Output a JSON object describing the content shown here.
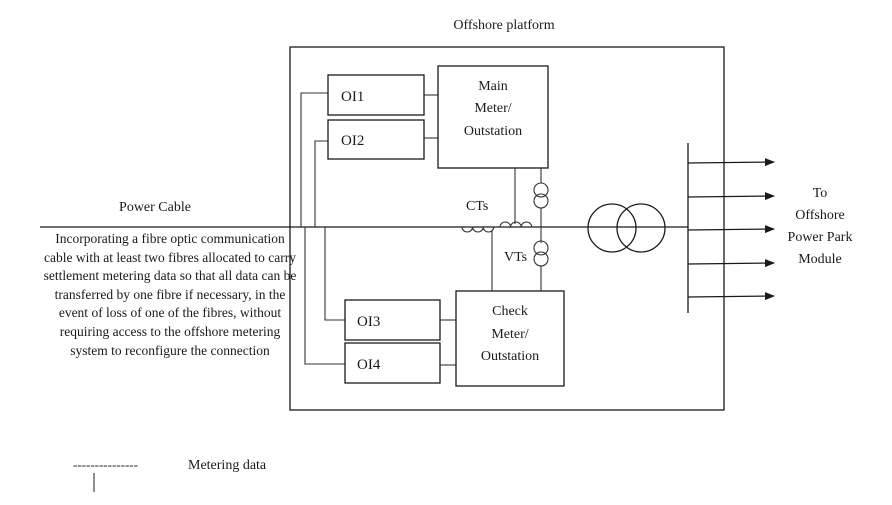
{
  "title": "Offshore platform",
  "power_cable": {
    "label": "Power Cable",
    "description": "Incorporating a fibre optic communication cable with at least two fibres allocated to carry  settlement metering data so that all data can be transferred by one fibre if necessary, in the event of loss of one of the fibres, without requiring access to the offshore metering system to reconfigure the connection"
  },
  "interfaces": [
    {
      "id": "oi1",
      "label": "OI1"
    },
    {
      "id": "oi2",
      "label": "OI2"
    },
    {
      "id": "oi3",
      "label": "OI3"
    },
    {
      "id": "oi4",
      "label": "OI4"
    }
  ],
  "main_meter": {
    "lines": [
      "Main",
      "Meter/",
      "Outstation"
    ]
  },
  "check_meter": {
    "lines": [
      "Check",
      "Meter/",
      "Outstation"
    ]
  },
  "cts_label": "CTs",
  "vts_label": "VTs",
  "destination": {
    "lines": [
      "To",
      "Offshore",
      "Power Park",
      "Module"
    ]
  },
  "legend": {
    "dashes": "---------------",
    "label": "Metering data"
  }
}
